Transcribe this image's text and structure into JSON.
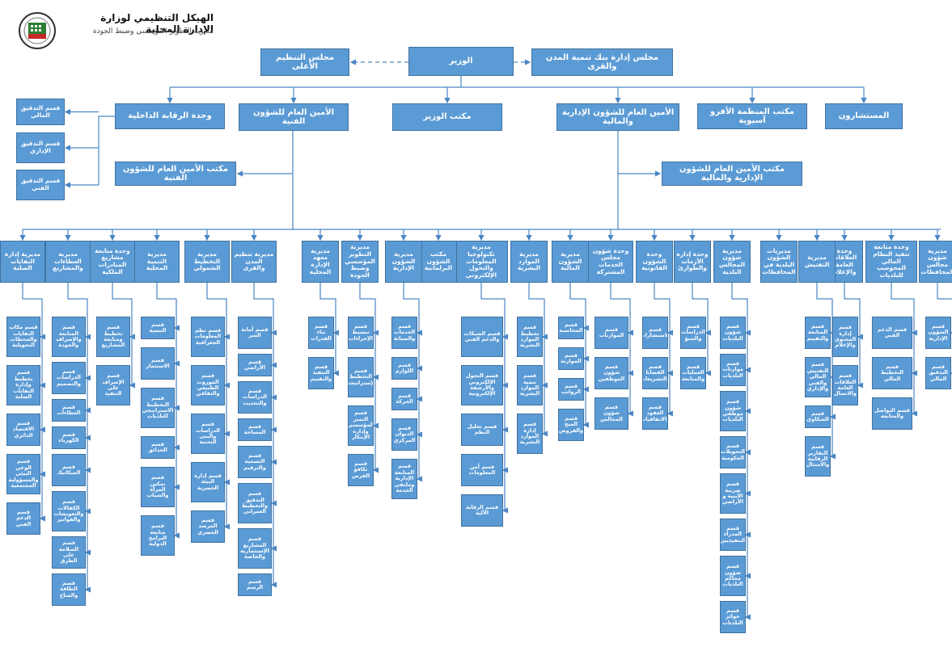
{
  "header": {
    "title": "الهيكل التنظيمي لوزارة الإدارة المحلية",
    "subtitle": "مديرية التطوير المؤسسي وضبط الجودة"
  },
  "colors": {
    "box": "#5b9bd5",
    "border": "#41729f",
    "line": "#4a86c5",
    "text": "#ffffff"
  },
  "nodes": {
    "minister": "الوزير",
    "higher_council": "مجلس التنظيم الأعلى",
    "bank_council": "مجلس إدارة بنك تنمية المدن والقرى",
    "advisors": "المستشارون",
    "afroasian_office": "مكتب المنظمة الأفرو آسيوية",
    "sg_admin": "الأمين العام للشؤون الإدارية والمالية",
    "minister_office": "مكتب الوزير",
    "sg_tech": "الأمين العام للشؤون الفنية",
    "internal_control": "وحدة الرقابة الداخلية",
    "fin_audit": "قسم التدقيق المالي",
    "admin_audit": "قسم التدقيق الإداري",
    "tech_audit": "قسم التدقيق الفني",
    "sg_tech_office": "مكتب الأمين العام للشؤون الفنية",
    "sg_admin_office": "مكتب الأمين العام للشؤون الإدارية والمالية"
  },
  "tech_columns": [
    {
      "head": "مديرية تنظيم المدن والقرى",
      "items": [
        "قسم أمانة السر",
        "قسم الأراضي",
        "قسم الدراسات والتحديث",
        "قسم المساحة",
        "قسم التسمية والترقيم",
        "قسم التدقيق والتخطيط العمراني",
        "قسم المشاريع الإستثمارية والخاصة",
        "قسم الرسم"
      ]
    },
    {
      "head": "مديرية التخطيط الشمولي",
      "items": [
        "قسم نظم المعلومات الجغرافية",
        "قسم الموروث الطبيعي والثقافي",
        "قسم الدراسات والبنى التحتية",
        "قسم إدارة البيئة الحضرية",
        "قسم المرصد الحضري"
      ]
    },
    {
      "head": "مديرية التنمية المحلية",
      "items": [
        "قسم التنمية",
        "قسم الاستثمار",
        "قسم التخطيط الاستراتيجي للبلديات",
        "قسم الحدائق",
        "قسم تمكين المرأة والشباب",
        "قسم متابعة البرامج الدولية"
      ]
    },
    {
      "head": "وحدة متابعة مشاريع المبادرات الملكية",
      "items": [
        "قسم تخطيط ومتابعة المشاريع",
        "قسم الإشراف على التنفيذ"
      ]
    },
    {
      "head": "مديرية العطاءات والمشاريع",
      "items": [
        "قسم المتابعة والإشراف والجودة",
        "قسم الدراسات والتصميم",
        "قسم العطاءات",
        "قسم الكهرباء",
        "قسم الميكانيك",
        "قسم الكفالات والتعويضات والفواتير",
        "قسم السلامة على الطرق",
        "قسم الطاقة والمناخ"
      ]
    },
    {
      "head": "مديرية إدارة النفايات الصلبة",
      "items": [
        "قسم مكاب النفايات والمحطات التحويلية",
        "قسم تخطيط وإدارة النفايات الصلبة",
        "قسم الاقتصاد الدائري",
        "قسم الوعي البيئي والمسؤولية المجتمعية",
        "قسم الدعم الفني"
      ]
    }
  ],
  "admin_columns": [
    {
      "head": "مديرية شؤون مجالس المحافظات",
      "items": [
        "قسم الشؤون الإدارية",
        "قسم التدقيق المالي"
      ]
    },
    {
      "head": "وحدة متابعة تنفيذ النظام المالي المحوسب للبلديات",
      "items": [
        "قسم الدعم الفني",
        "قسم التخطيط المالي",
        "قسم التواصل والمتابعة"
      ]
    },
    {
      "head": "وحدة العلاقات العامة والإعلام",
      "items": [
        "قسم إدارة المحتوى والإعلام",
        "قسم العلاقات العامة والاتصال"
      ]
    },
    {
      "head": "مديرية التفتيش",
      "items": [
        "قسم المتابعة والتقييم",
        "قسم التفتيش المالي والفني والإداري",
        "قسم الشكاوى",
        "قسم التقارير الرقابية والامتثال"
      ]
    },
    {
      "head": "مديريات الشؤون البلدية في المحافظات",
      "items": []
    },
    {
      "head": "مديرية شؤون المجالس البلدية",
      "items": [
        "قسم شؤون البلديات",
        "قسم موازنات البلديات",
        "قسم شؤون موظفي البلديات",
        "قسم التحويلات الحكومية",
        "قسم ضريبة الأبنية و الأراضي",
        "قسم المدراء التنفيذيين",
        "قسم شؤون محاكم البلديات",
        "قسم جوائز البلديات"
      ]
    },
    {
      "head": "وحدة إدارة الأزمات والطوارئ",
      "items": [
        "قسم الدراسات والتنبؤ",
        "قسم العمليات والمتابعة"
      ]
    },
    {
      "head": "وحدة الشؤون القانونية",
      "items": [
        "قسم الاستشارات",
        "قسم القضايا والتشريعات",
        "قسم العقود والاتفاقيات"
      ]
    },
    {
      "head": "وحدة شؤون مجلس الخدمات المشتركة",
      "items": [
        "قسم الموازنات",
        "قسم شؤون الموظفين",
        "قسم شؤون المجالس"
      ]
    },
    {
      "head": "مديرية الشؤون المالية",
      "items": [
        "قسم المحاسبة",
        "قسم الموازنة",
        "قسم الرواتب",
        "قسم المنح والقروض"
      ]
    },
    {
      "head": "مديرية الموارد البشرية",
      "items": [
        "قسم تخطيط الموارد البشرية",
        "قسم تنمية الموارد البشرية",
        "قسم إدارة الموارد البشرية"
      ]
    },
    {
      "head": "مديرية تكنولوجيا المعلومات والتحول الإلكتروني",
      "items": [
        "قسم الشبكات والدعم الفني",
        "قسم التحول الإلكتروني والأرشفة الإلكترونية",
        "قسم تحليل النظم",
        "قسم أمن المعلومات",
        "قسم الرقابة الآلية"
      ]
    },
    {
      "head": "مكتب الشؤون البرلمانية",
      "items": []
    },
    {
      "head": "مديرية الشؤون الإدارية",
      "items": [
        "قسم الخدمات والصيانة",
        "قسم اللوازم",
        "قسم الحركة",
        "قسم الديوان المركزي",
        "قسم المتابعة الإدارية وملتقى الخدمة"
      ]
    },
    {
      "head": "مديرية التطوير المؤسسي وضبط الجودة",
      "items": [
        "قسم تبسيط الإجراءات",
        "قسم التخطيط الإستراتيجي",
        "قسم التميز المؤسسي وإدارة الإبتكار",
        "قسم تكافؤ الفرص"
      ]
    },
    {
      "head": "مديرية معهد الإدارة المحلية",
      "items": [
        "قسم بناء القدرات",
        "قسم التنفيذ والتقييم"
      ]
    }
  ]
}
